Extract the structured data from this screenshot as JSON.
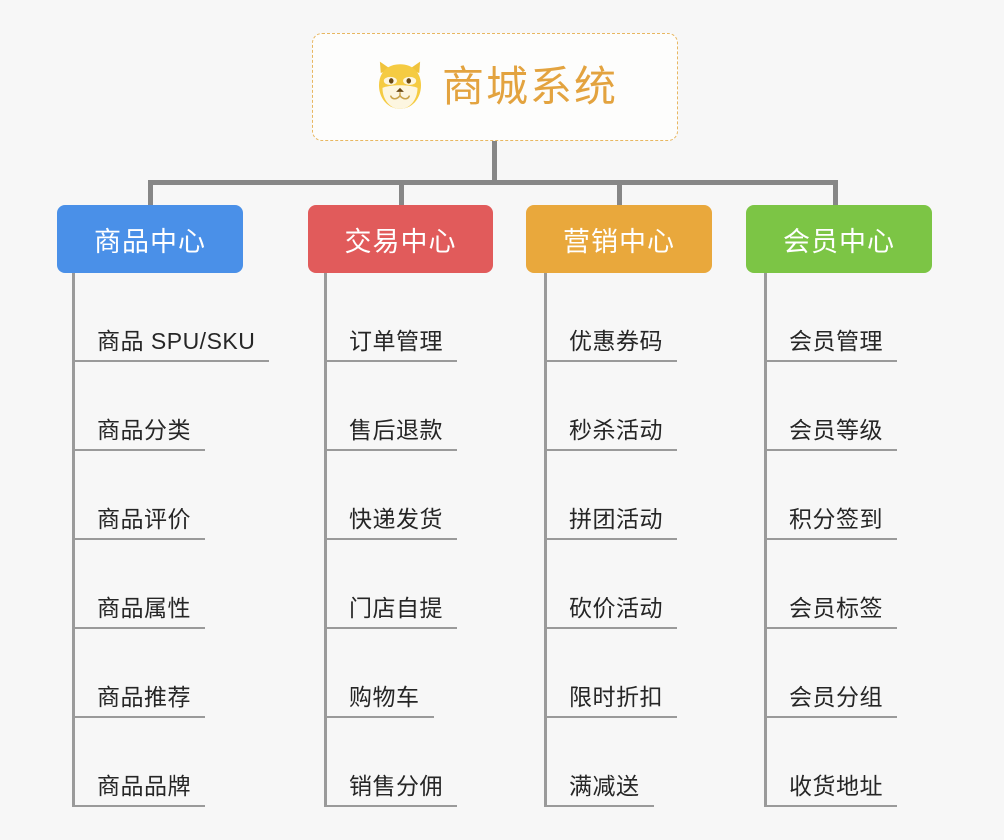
{
  "root": {
    "title": "商城系统",
    "icon": "shiba-dog-face-icon",
    "border_color": "#e8b761",
    "text_color": "#e3a33f",
    "background": "#fdfdfc"
  },
  "canvas": {
    "background": "#f7f7f7",
    "connector_color": "#878787",
    "leaf_line_color": "#9a9a9a",
    "leaf_text_color": "#262626"
  },
  "categories": [
    {
      "label": "商品中心",
      "color": "#4a90e8",
      "items": [
        "商品 SPU/SKU",
        "商品分类",
        "商品评价",
        "商品属性",
        "商品推荐",
        "商品品牌"
      ]
    },
    {
      "label": "交易中心",
      "color": "#e15b5b",
      "items": [
        "订单管理",
        "售后退款",
        "快递发货",
        "门店自提",
        "购物车",
        "销售分佣"
      ]
    },
    {
      "label": "营销中心",
      "color": "#e9a83c",
      "items": [
        "优惠券码",
        "秒杀活动",
        "拼团活动",
        "砍价活动",
        "限时折扣",
        "满减送"
      ]
    },
    {
      "label": "会员中心",
      "color": "#7cc545",
      "items": [
        "会员管理",
        "会员等级",
        "积分签到",
        "会员标签",
        "会员分组",
        "收货地址"
      ]
    }
  ]
}
